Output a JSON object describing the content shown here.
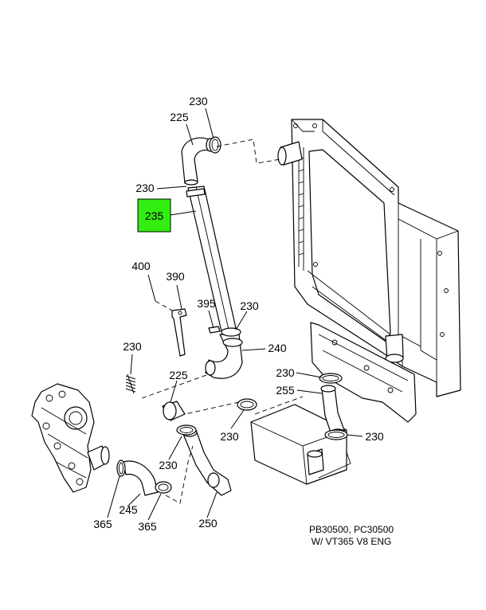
{
  "diagram": {
    "callouts": {
      "c230_top": "230",
      "c225_top": "225",
      "c230_upper": "230",
      "c235": "235",
      "c400": "400",
      "c390": "390",
      "c395": "395",
      "c230_mid": "230",
      "c240": "240",
      "c230_left": "230",
      "c225_mid": "225",
      "c230_right": "230",
      "c255": "255",
      "c230_clampA": "230",
      "c230_clampB": "230",
      "c230_tankbottom": "230",
      "c365_left": "365",
      "c245": "245",
      "c365_right": "365",
      "c250": "250"
    },
    "highlight_color": "#33ee11",
    "notes": {
      "line1": "PB30500, PC30500",
      "line2": "W/ VT365 V8 ENG"
    }
  }
}
